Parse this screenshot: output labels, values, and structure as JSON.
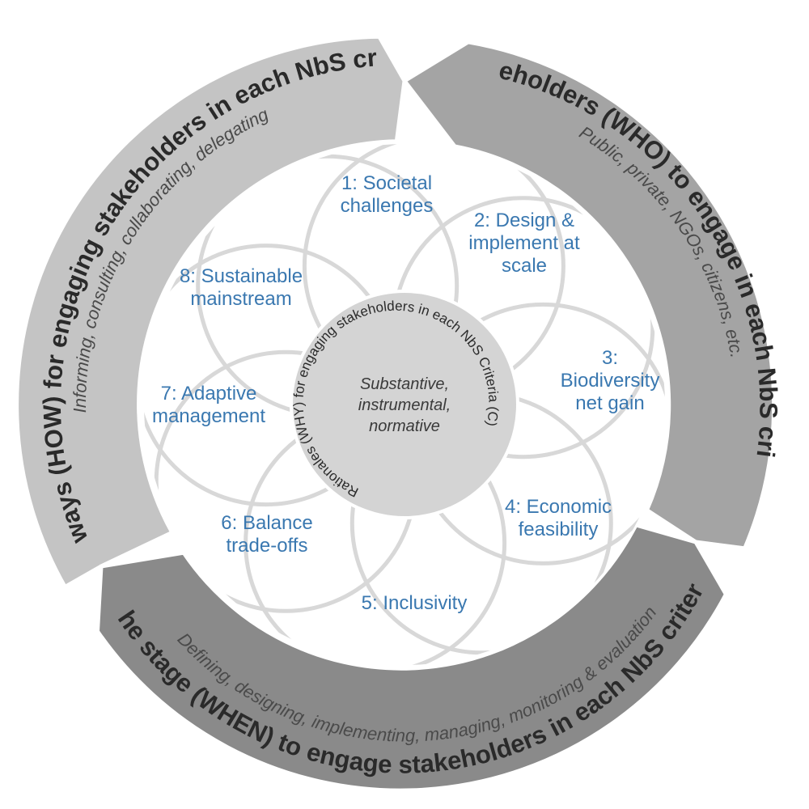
{
  "outer": {
    "how": {
      "title": "Pathways (HOW) for engaging stakeholders in each NbS criteria",
      "subtitle": "Informing, consulting, collaborating, delegating",
      "color": "#c4c4c4"
    },
    "who": {
      "title": "Stakeholders (WHO) to engage in each NbS criteria",
      "subtitle": "Public, private, NGOs, citizens, etc.",
      "color": "#a4a4a4"
    },
    "when": {
      "title": "The stage (WHEN) to engage stakeholders in each NbS criteria",
      "subtitle": "Defining, designing, implementing, managing, monitoring & evaluation",
      "color": "#8a8a8a"
    }
  },
  "criteria": [
    {
      "lines": [
        "1: Societal",
        "challenges"
      ]
    },
    {
      "lines": [
        "2: Design &",
        "implement at",
        "scale"
      ]
    },
    {
      "lines": [
        "3:",
        "Biodiversity",
        "net gain"
      ]
    },
    {
      "lines": [
        "4: Economic",
        "feasibility"
      ]
    },
    {
      "lines": [
        "5: Inclusivity"
      ]
    },
    {
      "lines": [
        "6: Balance",
        "trade-offs"
      ]
    },
    {
      "lines": [
        "7: Adaptive",
        "management"
      ]
    },
    {
      "lines": [
        "8: Sustainable",
        "mainstream"
      ]
    }
  ],
  "center": {
    "ring_text": "Rationales (WHY) for engaging stakeholders in each NbS Criteria (C)",
    "lines": [
      "Substantive,",
      "instrumental,",
      "normative"
    ],
    "color": "#d4d4d4"
  },
  "colors": {
    "petal_stroke": "#d8d8d8",
    "label": "#3a78b0",
    "background": "#ffffff"
  }
}
